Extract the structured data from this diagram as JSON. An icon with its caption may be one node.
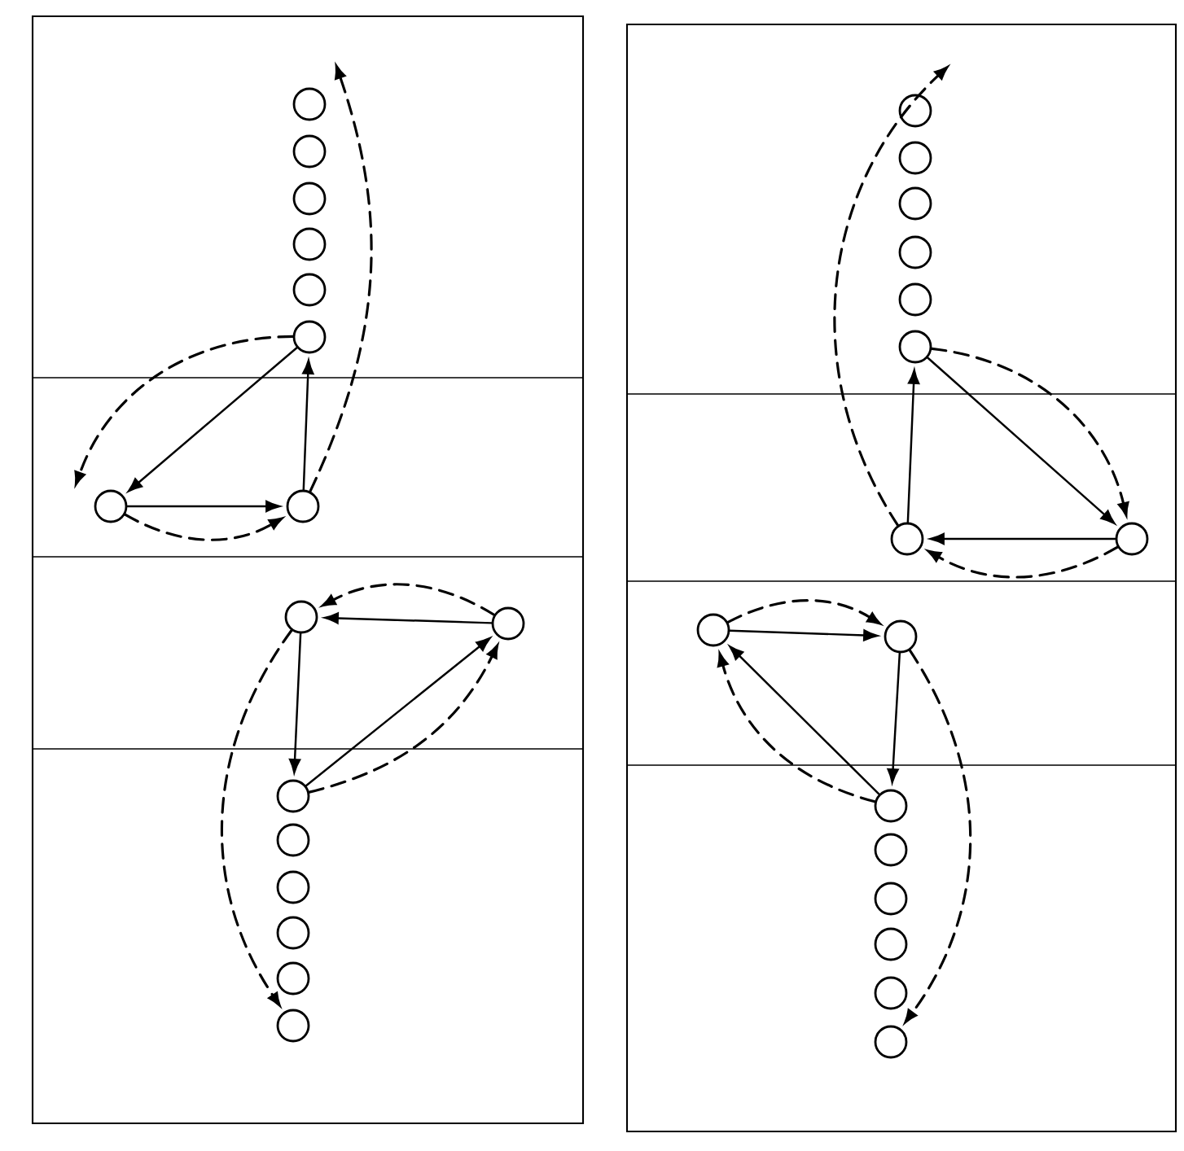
{
  "diagram": {
    "nodes": [
      {
        "text": [],
        "shape": "circle"
      },
      {
        "text": [],
        "shape": "circle"
      },
      {
        "text": [],
        "shape": "circle"
      },
      {
        "text": [],
        "shape": "circle"
      },
      {
        "text": [],
        "shape": "circle"
      },
      {
        "text": [],
        "shape": "circle"
      },
      {
        "text": [],
        "shape": "circle"
      },
      {
        "text": [],
        "shape": "circle"
      },
      {
        "text": [],
        "shape": "circle"
      },
      {
        "text": [],
        "shape": "circle"
      },
      {
        "text": [],
        "shape": "circle"
      },
      {
        "text": [],
        "shape": "circle"
      },
      {
        "text": [],
        "shape": "circle"
      },
      {
        "text": [],
        "shape": "circle"
      },
      {
        "text": [],
        "shape": "circle"
      },
      {
        "text": [],
        "shape": "circle"
      },
      {
        "text": [],
        "shape": "circle"
      },
      {
        "text": [],
        "shape": "circle"
      },
      {
        "text": [],
        "shape": "circle"
      },
      {
        "text": [],
        "shape": "circle"
      },
      {
        "text": [],
        "shape": "circle"
      },
      {
        "text": [],
        "shape": "circle"
      },
      {
        "text": [],
        "shape": "circle"
      },
      {
        "text": [],
        "shape": "circle"
      },
      {
        "text": [],
        "shape": "circle"
      },
      {
        "text": [],
        "shape": "circle"
      },
      {
        "text": [],
        "shape": "circle"
      },
      {
        "text": [],
        "shape": "circle"
      },
      {
        "text": [],
        "shape": "circle"
      },
      {
        "text": [],
        "shape": "circle"
      },
      {
        "text": [],
        "shape": "circle"
      },
      {
        "text": [],
        "shape": "circle"
      }
    ],
    "edges": [
      {
        "from": 5,
        "to": 6,
        "arrow": "to"
      },
      {
        "from": 6,
        "to": 7,
        "arrow": "to"
      },
      {
        "from": 7,
        "to": 5,
        "arrow": "to"
      },
      {
        "from": 5,
        "to": null,
        "arrow": "to",
        "style": "dashed"
      },
      {
        "from": 6,
        "to": 7,
        "arrow": "to",
        "style": "dashed"
      },
      {
        "from": 7,
        "to": null,
        "arrow": "to",
        "style": "dashed"
      },
      {
        "from": 13,
        "to": 15,
        "arrow": "to"
      },
      {
        "from": 15,
        "to": 14,
        "arrow": "to"
      },
      {
        "from": 14,
        "to": 13,
        "arrow": "to"
      },
      {
        "from": 13,
        "to": 15,
        "arrow": "to",
        "style": "dashed"
      },
      {
        "from": 15,
        "to": 14,
        "arrow": "to",
        "style": "dashed"
      },
      {
        "from": 14,
        "to": null,
        "arrow": "to",
        "style": "dashed"
      },
      {
        "from": 17,
        "to": 16,
        "arrow": "to"
      },
      {
        "from": 16,
        "to": 18,
        "arrow": "to"
      },
      {
        "from": 18,
        "to": 17,
        "arrow": "to"
      },
      {
        "from": 17,
        "to": 16,
        "arrow": "to",
        "style": "dashed"
      },
      {
        "from": 18,
        "to": 17,
        "arrow": "to",
        "style": "dashed"
      },
      {
        "from": 16,
        "to": 23,
        "arrow": "to",
        "style": "dashed"
      },
      {
        "from": 24,
        "to": 25,
        "arrow": "to"
      },
      {
        "from": 25,
        "to": 26,
        "arrow": "to"
      },
      {
        "from": 26,
        "to": 24,
        "arrow": "to"
      },
      {
        "from": 24,
        "to": 25,
        "arrow": "to",
        "style": "dashed"
      },
      {
        "from": 26,
        "to": 24,
        "arrow": "to",
        "style": "dashed"
      },
      {
        "from": 25,
        "to": 31,
        "arrow": "to",
        "style": "dashed"
      }
    ]
  }
}
